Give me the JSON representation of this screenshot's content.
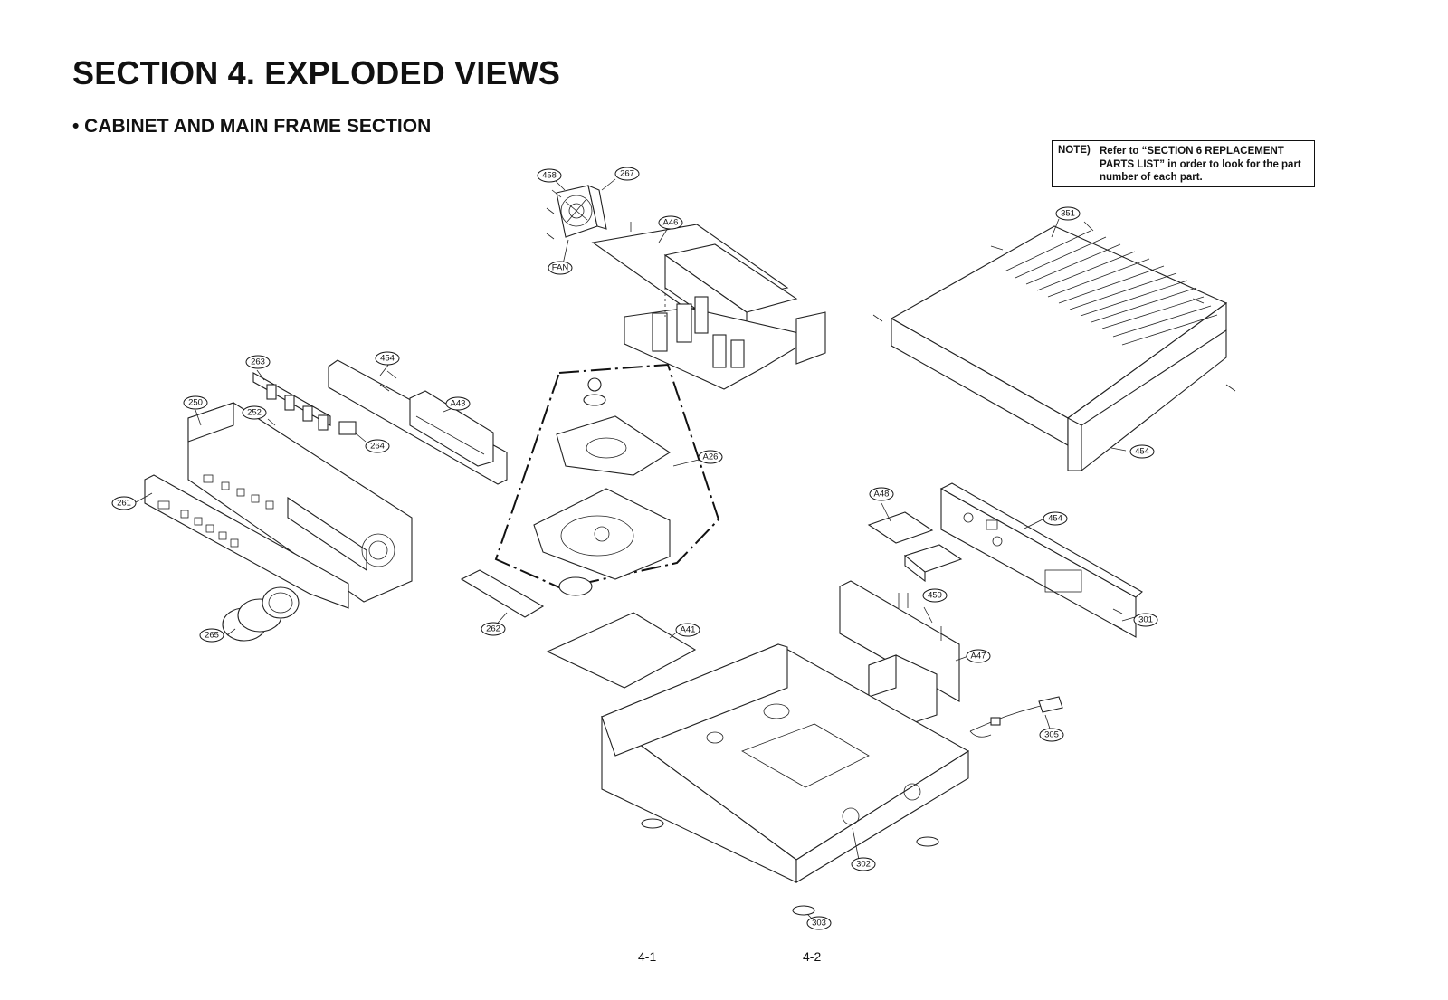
{
  "page": {
    "title": "SECTION 4. EXPLODED VIEWS",
    "subtitle": "• CABINET AND MAIN FRAME SECTION",
    "note_label": "NOTE)",
    "note_text": "Refer to “SECTION 6 REPLACEMENT PARTS LIST” in order to look for the part number of each part.",
    "page_left": "4-1",
    "page_right": "4-2"
  },
  "callouts": [
    {
      "id": "c458a",
      "label": "458"
    },
    {
      "id": "c267",
      "label": "267"
    },
    {
      "id": "cA46",
      "label": "A46"
    },
    {
      "id": "cFAN",
      "label": "FAN"
    },
    {
      "id": "c351",
      "label": "351"
    },
    {
      "id": "c263",
      "label": "263"
    },
    {
      "id": "c454a",
      "label": "454"
    },
    {
      "id": "cA43",
      "label": "A43"
    },
    {
      "id": "c250",
      "label": "250"
    },
    {
      "id": "c252",
      "label": "252"
    },
    {
      "id": "c264",
      "label": "264"
    },
    {
      "id": "cA26",
      "label": "A26"
    },
    {
      "id": "c454b",
      "label": "454"
    },
    {
      "id": "c261",
      "label": "261"
    },
    {
      "id": "cA48",
      "label": "A48"
    },
    {
      "id": "c454c",
      "label": "454"
    },
    {
      "id": "c459",
      "label": "459"
    },
    {
      "id": "c301",
      "label": "301"
    },
    {
      "id": "c265",
      "label": "265"
    },
    {
      "id": "c262",
      "label": "262"
    },
    {
      "id": "cA41",
      "label": "A41"
    },
    {
      "id": "cA47",
      "label": "A47"
    },
    {
      "id": "c305",
      "label": "305"
    },
    {
      "id": "c302",
      "label": "302"
    },
    {
      "id": "c303",
      "label": "303"
    }
  ]
}
